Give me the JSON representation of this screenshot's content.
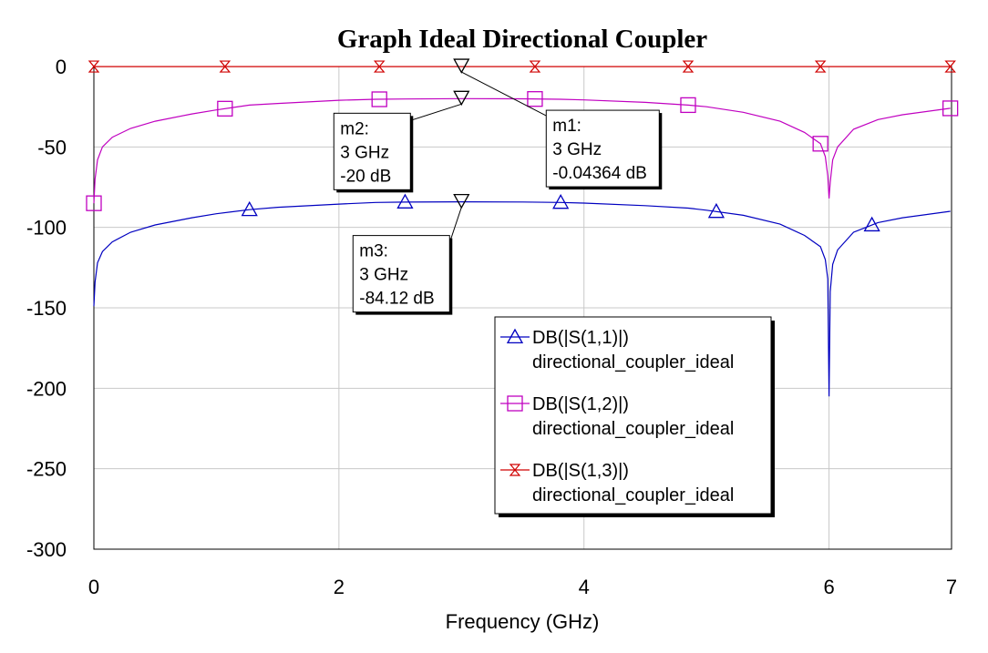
{
  "chart_data": {
    "type": "line",
    "title": "Graph Ideal Directional Coupler",
    "xlabel": "Frequency (GHz)",
    "ylabel": "",
    "xlim": [
      0,
      7
    ],
    "ylim": [
      -300,
      0
    ],
    "x_ticks": [
      0,
      2,
      4,
      6,
      7
    ],
    "y_ticks": [
      0,
      -50,
      -100,
      -150,
      -200,
      -250,
      -300
    ],
    "grid": true,
    "legend_position": "bottom-right",
    "series": [
      {
        "name_line1": "DB(|S(1,1)|)",
        "name_line2": "directional_coupler_ideal",
        "color": "#0000c0",
        "marker": "triangle-up",
        "x": [
          0,
          0.01,
          0.03,
          0.07,
          0.15,
          0.3,
          0.5,
          0.8,
          1.0,
          1.27,
          1.5,
          2.0,
          2.3,
          2.54,
          3.0,
          3.5,
          3.81,
          4.0,
          4.5,
          4.85,
          5.0,
          5.3,
          5.6,
          5.8,
          5.93,
          5.97,
          5.99,
          6.0,
          6.01,
          6.03,
          6.07,
          6.2,
          6.4,
          6.6,
          6.99
        ],
        "y": [
          -149,
          -134,
          -122,
          -115,
          -109,
          -103,
          -98.5,
          -94,
          -91.5,
          -89,
          -87.5,
          -85.5,
          -84.5,
          -84.3,
          -84.12,
          -84.2,
          -84.5,
          -84.9,
          -86.5,
          -88,
          -89.3,
          -92.5,
          -98,
          -105,
          -112,
          -120,
          -132,
          -205,
          -140,
          -123,
          -114,
          -103,
          -97,
          -94,
          -90
        ]
      },
      {
        "name_line1": "DB(|S(1,2)|)",
        "name_line2": "directional_coupler_ideal",
        "color": "#c000c0",
        "marker": "square",
        "x": [
          0,
          0.01,
          0.03,
          0.07,
          0.15,
          0.3,
          0.5,
          0.8,
          1.0,
          1.27,
          1.5,
          2.0,
          2.3,
          2.54,
          3.0,
          3.5,
          3.81,
          4.0,
          4.5,
          4.85,
          5.0,
          5.3,
          5.6,
          5.8,
          5.93,
          5.97,
          5.99,
          6.0,
          6.01,
          6.03,
          6.07,
          6.2,
          6.4,
          6.6,
          6.99
        ],
        "y": [
          -85,
          -70,
          -58,
          -50,
          -44,
          -38.5,
          -34,
          -29.5,
          -27,
          -24,
          -23,
          -21,
          -20.4,
          -20.2,
          -20,
          -20.1,
          -20.4,
          -20.8,
          -22.3,
          -24,
          -25,
          -28.5,
          -34,
          -41,
          -48,
          -56,
          -68,
          -82,
          -72,
          -58,
          -50,
          -39,
          -33,
          -30,
          -26
        ]
      },
      {
        "name_line1": "DB(|S(1,3)|)",
        "name_line2": "directional_coupler_ideal",
        "color": "#d00000",
        "marker": "hourglass",
        "x": [
          0,
          1,
          2,
          3,
          4,
          5,
          6,
          7
        ],
        "y": [
          -0.04,
          -0.04,
          -0.04,
          -0.04364,
          -0.04,
          -0.04,
          -0.04,
          -0.04
        ]
      }
    ],
    "marker_points": [
      {
        "series": 0,
        "x": 1.27
      },
      {
        "series": 0,
        "x": 2.54
      },
      {
        "series": 0,
        "x": 3.81
      },
      {
        "series": 0,
        "x": 5.08
      },
      {
        "series": 0,
        "x": 6.35
      },
      {
        "series": 1,
        "x": 0.0
      },
      {
        "series": 1,
        "x": 1.07
      },
      {
        "series": 1,
        "x": 2.33
      },
      {
        "series": 1,
        "x": 3.6
      },
      {
        "series": 1,
        "x": 4.85
      },
      {
        "series": 1,
        "x": 5.93
      },
      {
        "series": 1,
        "x": 6.99
      },
      {
        "series": 2,
        "x": 0.0
      },
      {
        "series": 2,
        "x": 1.07
      },
      {
        "series": 2,
        "x": 2.33
      },
      {
        "series": 2,
        "x": 3.6
      },
      {
        "series": 2,
        "x": 4.85
      },
      {
        "series": 2,
        "x": 5.93
      },
      {
        "series": 2,
        "x": 6.99
      }
    ],
    "annotations": [
      {
        "id": "m1",
        "lines": [
          "m1:",
          "3 GHz",
          "-0.04364 dB"
        ],
        "x": 3,
        "y": -0.04364,
        "box_at": "lower-right"
      },
      {
        "id": "m2",
        "lines": [
          "m2:",
          "3 GHz",
          "-20 dB"
        ],
        "x": 3,
        "y": -20,
        "box_at": "lower-left"
      },
      {
        "id": "m3",
        "lines": [
          "m3:",
          "3 GHz",
          "-84.12 dB"
        ],
        "x": 3,
        "y": -84.12,
        "box_at": "lower-left"
      }
    ]
  }
}
